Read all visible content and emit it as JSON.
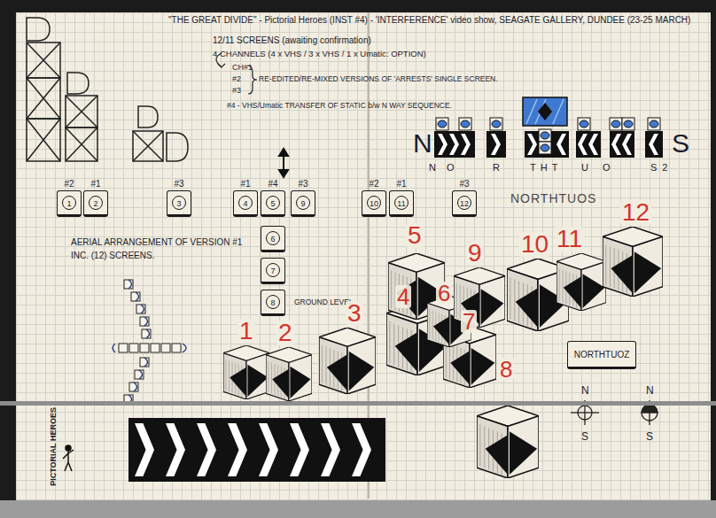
{
  "diagram": {
    "title": "\"THE GREAT DIVIDE\" - Pictorial Heroes (INST #4) - 'INTERFERENCE' video show, SEAGATE GALLERY, DUNDEE (23-25 MARCH)",
    "nodes": [
      {
        "text": [
          "#2",
          "1"
        ]
      },
      {
        "text": [
          "#1",
          "2"
        ]
      },
      {
        "text": [
          "#3",
          "3"
        ]
      },
      {
        "text": [
          "#1",
          "4"
        ]
      },
      {
        "text": [
          "#4",
          "5"
        ]
      },
      {
        "text": [
          "#3",
          "9"
        ]
      },
      {
        "text": [
          "#2",
          "10"
        ]
      },
      {
        "text": [
          "#1",
          "11"
        ]
      },
      {
        "text": [
          "#3",
          "12"
        ]
      },
      {
        "text": [
          "6"
        ]
      },
      {
        "text": [
          "7"
        ]
      },
      {
        "text": [
          "8"
        ]
      },
      {
        "text": [
          "NORTHTUOZ"
        ]
      }
    ],
    "labels": [
      "12/11 SCREENS (awaiting confirmation)",
      "4 CHANNELS (4 x VHS / 3 x VHS / 1 x Umatic: OPTION)",
      "CH#1",
      "#2",
      "#3",
      "RE-EDITED/RE-MIXED VERSIONS OF 'ARRESTS' SINGLE SCREEN.",
      "#4 - VHS/Umatic TRANSFER OF STATIC b/w N WAY SEQUENCE.",
      "GROUND LEVEL.",
      "AERIAL ARRANGEMENT OF VERSION #1 INC. (12) SCREENS.",
      "N",
      "S",
      "NO",
      "R",
      "THT",
      "UO",
      "S2",
      "NORTHTUOS",
      "1",
      "2",
      "3",
      "4",
      "5",
      "6",
      "7",
      "8",
      "9",
      "10",
      "11",
      "12",
      "N",
      "S",
      "N",
      "S",
      "PICTORIAL HEROES"
    ]
  }
}
